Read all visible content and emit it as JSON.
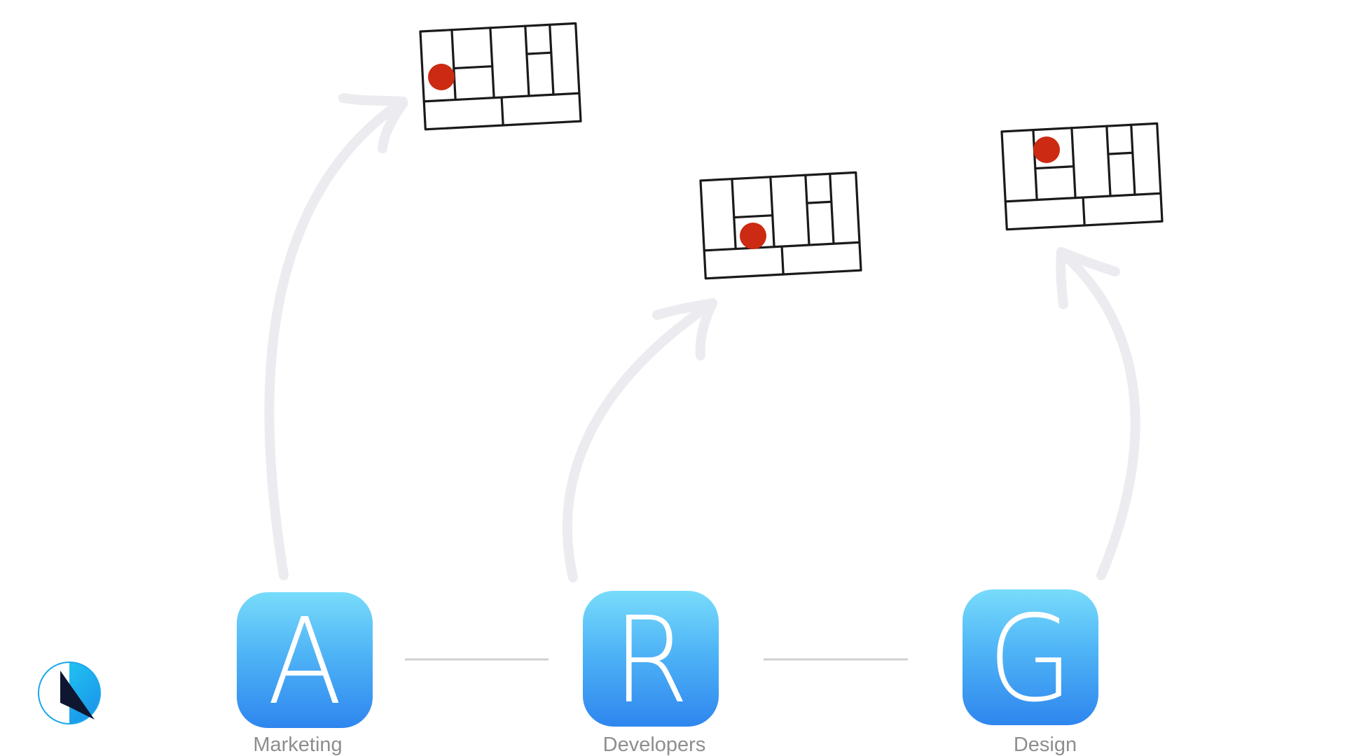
{
  "teams": [
    {
      "id": "marketing",
      "letter": "A",
      "label": "Marketing"
    },
    {
      "id": "developers",
      "letter": "R",
      "label": "Developers"
    },
    {
      "id": "design",
      "letter": "G",
      "label": "Design"
    }
  ],
  "colors": {
    "icon_gradient_top": "#78dcfb",
    "icon_gradient_bottom": "#2e86ee",
    "arrow": "#ececf0",
    "connector": "#d0d0d0",
    "marker": "#cc2a12",
    "sketch": "#1a1a1a",
    "label": "#8e8e8e"
  },
  "icons": {
    "logo": "brand-logo-icon",
    "wireframe": "layout-sketch-icon",
    "marker": "red-dot-marker-icon"
  }
}
